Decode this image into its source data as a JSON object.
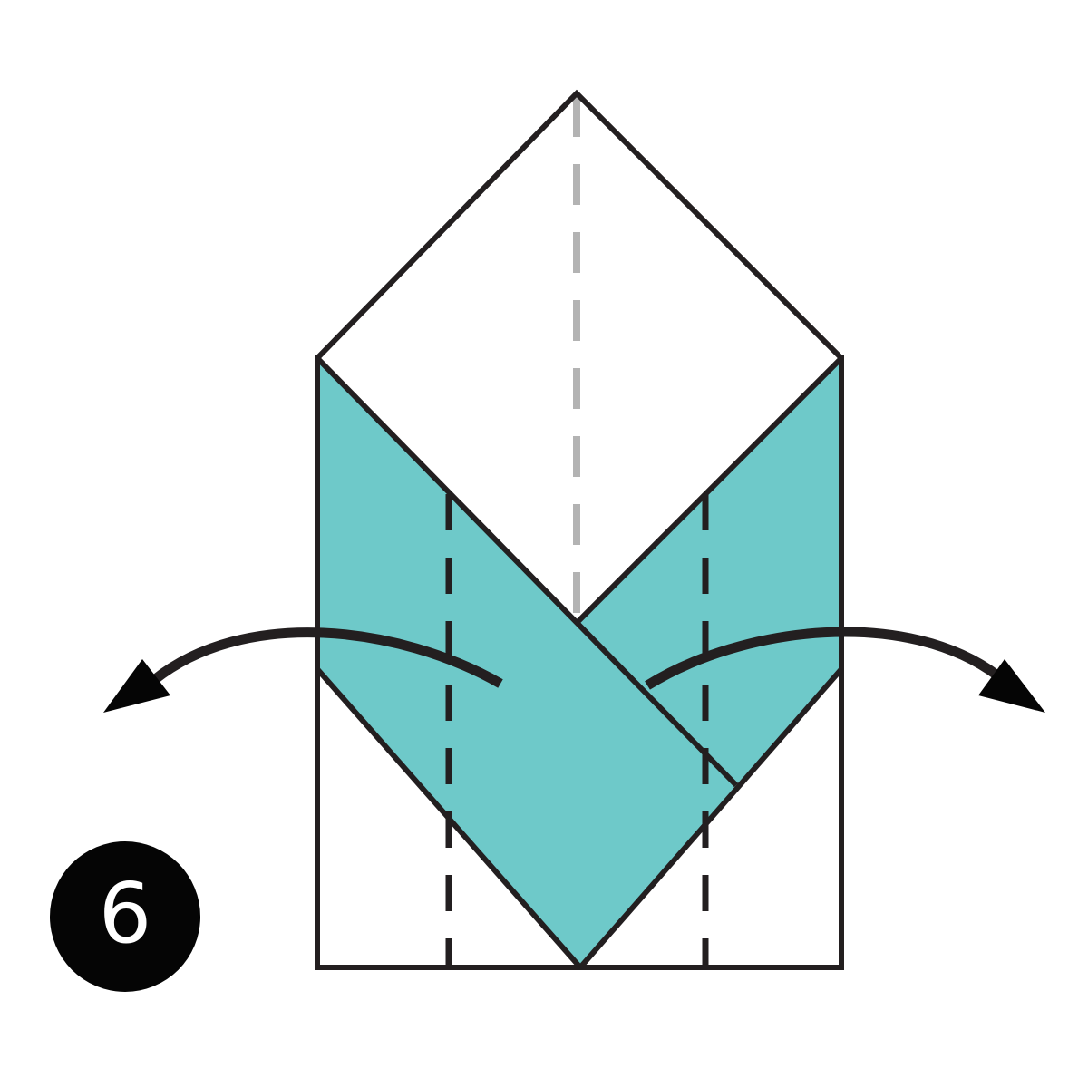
{
  "diagram": {
    "type": "origami-instruction-step",
    "step_number": "6",
    "colors": {
      "paper_colored_side": "#6ec9c9",
      "paper_white_side": "#ffffff",
      "outline": "#231f20",
      "valley_fold_line": "#231f20",
      "center_crease_line": "#b3b3b3",
      "arrow": "#231f20",
      "badge_bg": "#050505",
      "badge_text": "#ffffff"
    },
    "elements": {
      "top_flap": "white triangular flap pointing up",
      "left_colored_flap": "teal flap folded diagonally across center",
      "right_colored_flap": "teal flap under left flap",
      "left_fold_line": "dashed vertical valley fold (left)",
      "right_fold_line": "dashed vertical valley fold (right)",
      "center_crease": "gray dashed center crease",
      "left_arrow": "curved arrow pointing left (fold outward)",
      "right_arrow": "curved arrow pointing right (fold outward)"
    }
  }
}
